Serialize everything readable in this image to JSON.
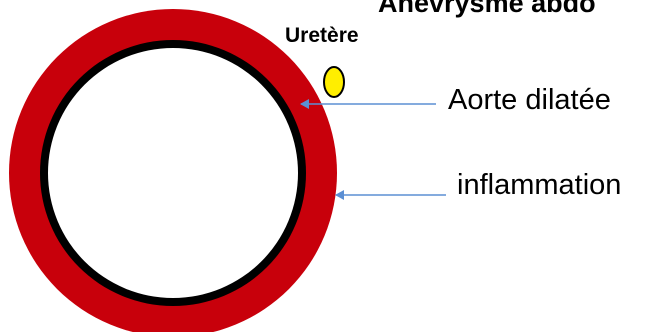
{
  "title": "Anévrysme abdo",
  "labels": {
    "uretere": "Uretère",
    "aorte": "Aorte dilatée",
    "inflammation": "inflammation"
  },
  "colors": {
    "inflammation_ring": "#c8000b",
    "aortic_wall": "#000000",
    "lumen": "#ffffff",
    "ureter_fill": "#ffee00",
    "ureter_stroke": "#000000",
    "arrow": "#5b8fd4"
  }
}
